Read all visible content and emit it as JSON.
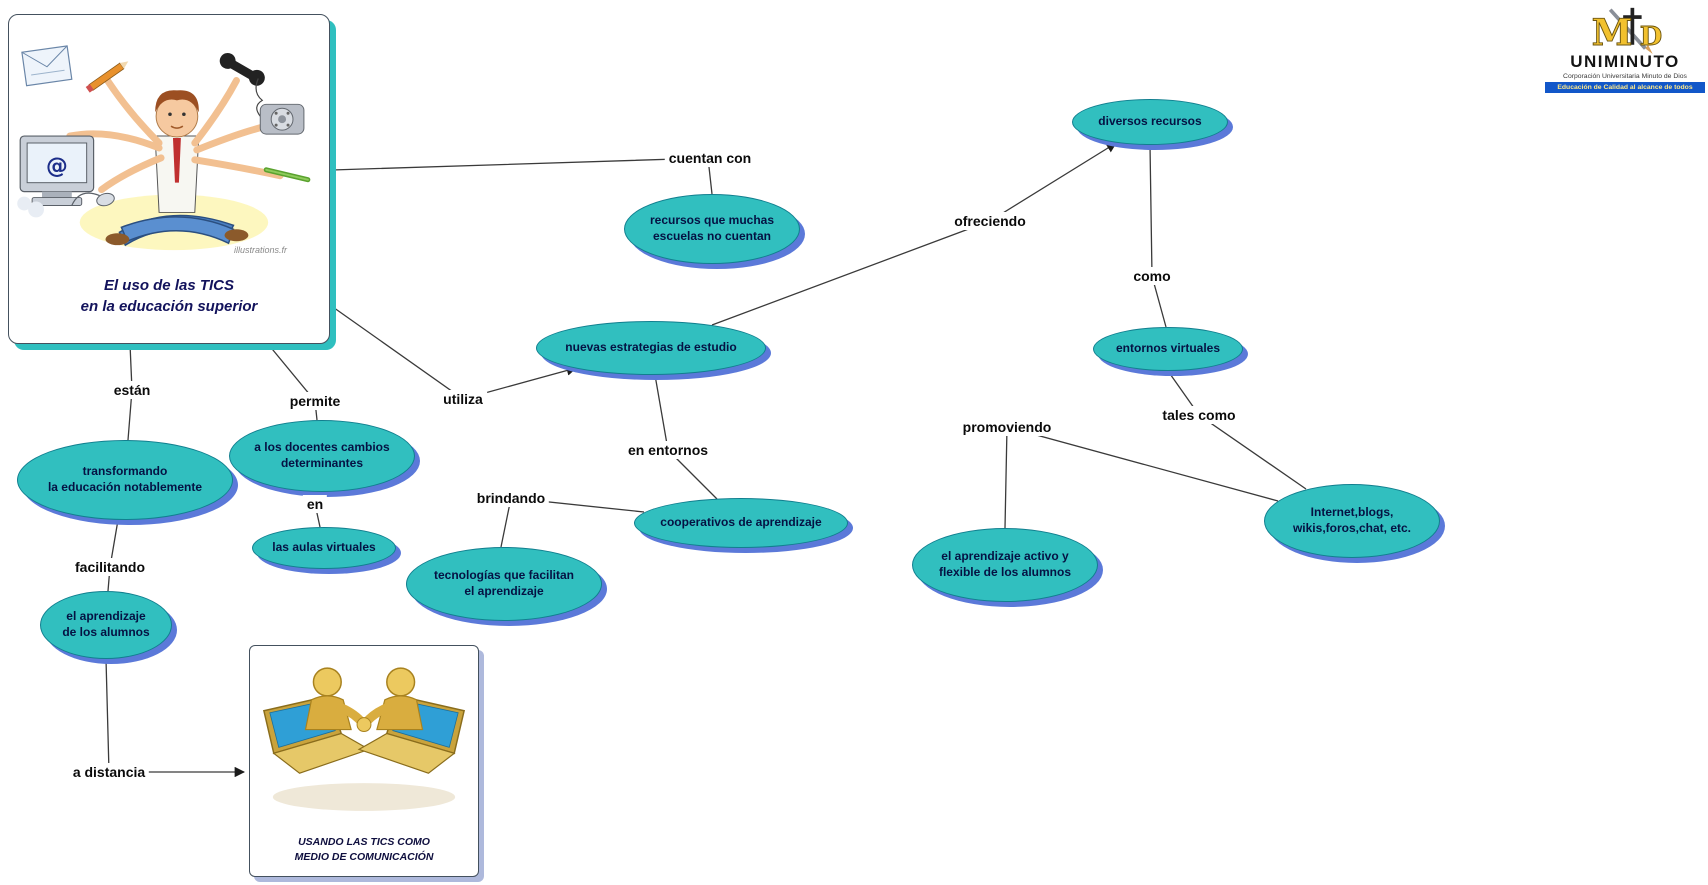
{
  "colors": {
    "node_fill": "#31bfbf",
    "node_border": "#117f8f",
    "node_shadow": "#5b79d9",
    "node_text": "#051243",
    "label_text": "#0b0b0b",
    "line": "#3a3a3a",
    "background": "#ffffff",
    "logo_bar_blue": "#1257c9"
  },
  "concept_nodes": [
    {
      "id": "diversos-recursos",
      "text": "diversos recursos"
    },
    {
      "id": "recursos-escuelas",
      "text": "recursos que muchas\nescuelas no cuentan"
    },
    {
      "id": "nuevas-estrategias",
      "text": "nuevas estrategias de estudio"
    },
    {
      "id": "entornos-virtuales",
      "text": "entornos virtuales"
    },
    {
      "id": "transformando",
      "text": "transformando\nla educación notablemente"
    },
    {
      "id": "docentes-cambios",
      "text": "a los docentes cambios\ndeterminantes"
    },
    {
      "id": "aulas-virtuales",
      "text": "las aulas virtuales"
    },
    {
      "id": "cooperativos",
      "text": "cooperativos de aprendizaje"
    },
    {
      "id": "tecnologias",
      "text": "tecnologías que facilitan\nel aprendizaje"
    },
    {
      "id": "aprendizaje-activo",
      "text": "el aprendizaje activo y\nflexible de los alumnos"
    },
    {
      "id": "internet-blogs",
      "text": "Internet,blogs,\nwikis,foros,chat, etc."
    },
    {
      "id": "aprendizaje-alumnos",
      "text": "el aprendizaje\nde los alumnos"
    }
  ],
  "link_labels": [
    {
      "id": "cuentan-con",
      "text": "cuentan con"
    },
    {
      "id": "ofreciendo",
      "text": "ofreciendo"
    },
    {
      "id": "como",
      "text": "como"
    },
    {
      "id": "estan",
      "text": "están"
    },
    {
      "id": "permite",
      "text": "permite"
    },
    {
      "id": "utiliza",
      "text": "utiliza"
    },
    {
      "id": "en-entornos",
      "text": "en entornos"
    },
    {
      "id": "tales-como",
      "text": "tales como"
    },
    {
      "id": "promoviendo",
      "text": "promoviendo"
    },
    {
      "id": "brindando",
      "text": "brindando"
    },
    {
      "id": "en",
      "text": "en"
    },
    {
      "id": "facilitando",
      "text": "facilitando"
    },
    {
      "id": "a-distancia",
      "text": "a distancia"
    }
  ],
  "image_nodes": {
    "tics_superior": {
      "caption_line1": "El uso de las TICS",
      "caption_line2": "en la educación superior",
      "credit": "illustrations.fr"
    },
    "tics_comunicacion": {
      "caption_line1": "USANDO LAS TICS COMO",
      "caption_line2": "MEDIO DE COMUNICACIÓN"
    }
  },
  "logo": {
    "name": "UNIMINUTO",
    "subtitle": "Corporación Universitaria Minuto de Dios",
    "tagline": "Educación de Calidad al alcance de todos"
  }
}
